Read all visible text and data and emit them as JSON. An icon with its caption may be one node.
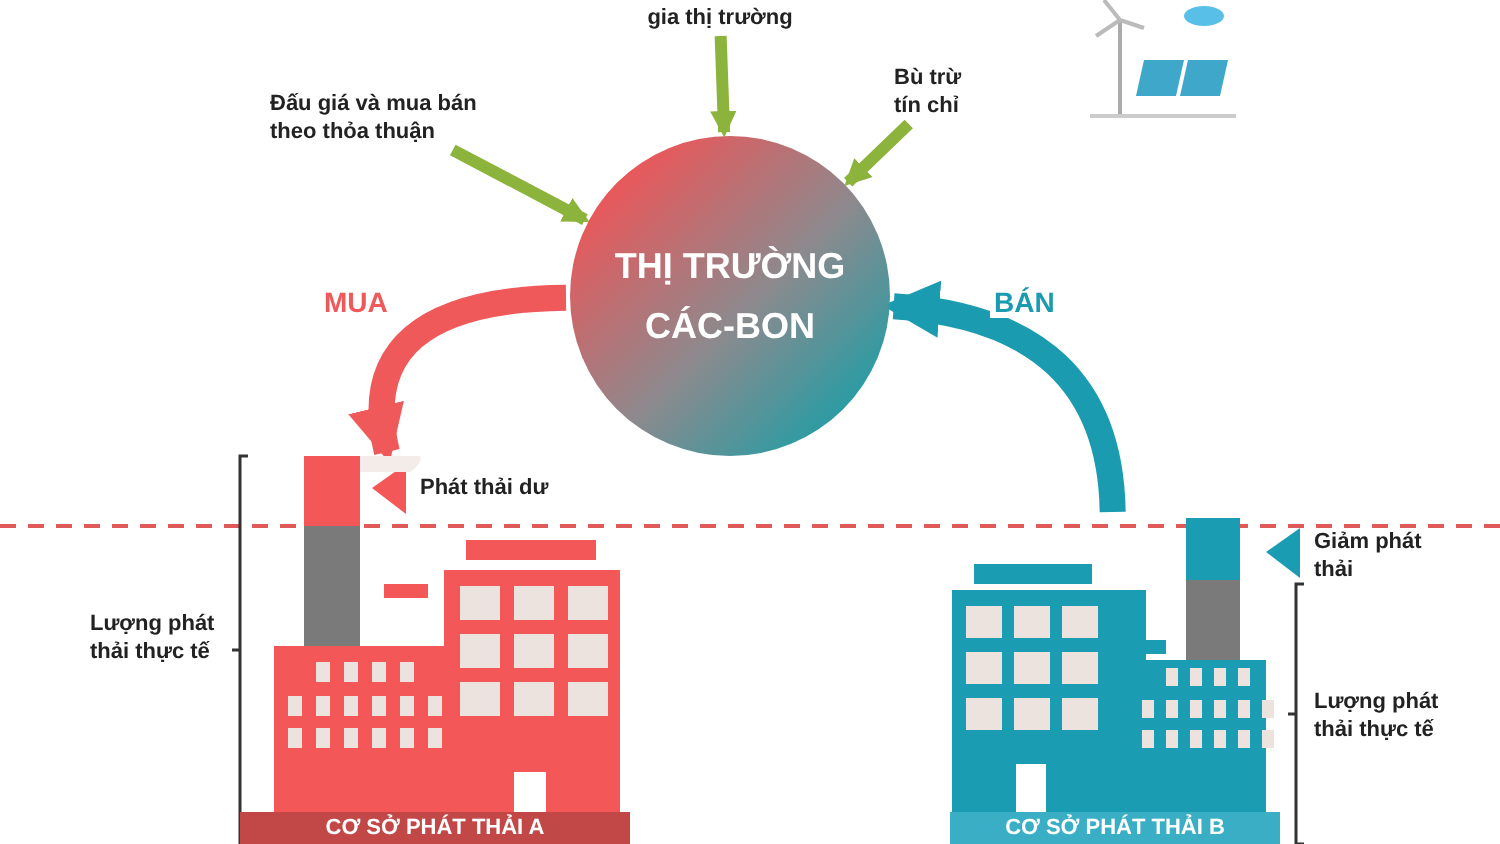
{
  "diagram": {
    "nodes": [
      {
        "text": [
          "THỊ TRƯỜNG CÁC-BON"
        ]
      },
      {
        "text": [
          "Đấu giá và mua bán theo thỏa thuận"
        ]
      },
      {
        "text": [
          "gia thị trường"
        ]
      },
      {
        "text": [
          "Bù trừ tín chỉ"
        ]
      },
      {
        "text": [
          "CƠ SỞ PHÁT THẢI A"
        ]
      },
      {
        "text": [
          "CƠ SỞ PHÁT THẢI B"
        ]
      }
    ],
    "edges": [
      {
        "from": 1,
        "to": 0,
        "arrow": "to"
      },
      {
        "from": 2,
        "to": 0,
        "arrow": "to"
      },
      {
        "from": 3,
        "to": 0,
        "arrow": "to"
      },
      {
        "from": 0,
        "to": 4,
        "arrow": "to",
        "label": "MUA",
        "style": "thick",
        "color": "#f0595a"
      },
      {
        "from": 5,
        "to": 0,
        "arrow": "to",
        "label": "BÁN",
        "style": "thick",
        "color": "#1b9bb0"
      }
    ],
    "labels": [
      "Phát thải dư",
      "Lượng phát thải thực tế",
      "Giảm phát thải",
      "Lượng phát thải thực tế"
    ]
  }
}
